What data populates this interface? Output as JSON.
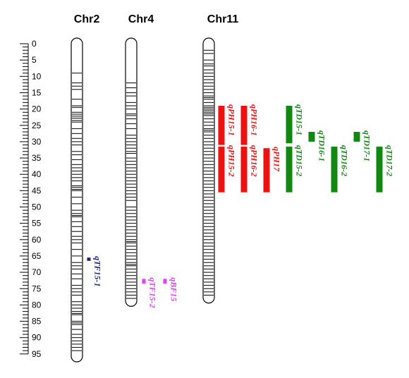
{
  "chromosomes": [
    {
      "key": "chr2",
      "title": "Chr2",
      "length": 97,
      "bands": [
        9,
        12,
        13,
        14,
        17,
        19,
        19.5,
        21,
        21.6,
        22.2,
        22.8,
        23.5,
        24,
        26,
        27.5,
        29,
        30,
        31,
        33,
        34,
        35.5,
        37,
        38,
        39,
        40,
        41,
        42,
        43.5,
        44,
        44.6,
        45,
        47,
        49,
        51,
        52,
        52.6,
        53,
        54.5,
        56,
        57.5,
        59,
        60,
        61,
        63,
        65,
        67,
        68,
        69,
        70.5,
        72,
        74,
        75,
        76,
        77,
        79,
        80,
        81,
        82,
        82.6,
        83,
        85,
        85.5,
        86,
        87.5,
        89,
        90,
        91,
        92,
        93,
        94
      ]
    },
    {
      "key": "chr4",
      "title": "Chr4",
      "length": 80,
      "bands": [
        12,
        13.5,
        15,
        16,
        18,
        19,
        20,
        21.5,
        22,
        23,
        24.5,
        26,
        28,
        29,
        30,
        31,
        32,
        33,
        33.6,
        35,
        36,
        37,
        38,
        39,
        40,
        41,
        42,
        43,
        44,
        45,
        46,
        47,
        48,
        50,
        51,
        52,
        53,
        54,
        55,
        56,
        57,
        58,
        59,
        60,
        60.6,
        61,
        62,
        63,
        64,
        65,
        66,
        67,
        67.6,
        68,
        69,
        70,
        71,
        72,
        73,
        74,
        75,
        76,
        77,
        78
      ]
    },
    {
      "key": "chr11",
      "title": "Chr11",
      "length": 79,
      "bands": [
        2,
        3,
        5,
        6.2,
        6.8,
        8,
        9,
        10,
        11,
        12,
        13,
        14,
        15,
        16,
        16.5,
        17,
        18,
        19,
        19.5,
        20,
        20.5,
        21,
        21.5,
        22,
        23,
        24,
        25,
        26,
        26.5,
        27,
        28,
        29,
        30,
        31,
        32,
        33,
        34,
        35,
        36,
        37,
        38,
        39,
        40,
        41,
        42,
        43,
        44,
        45,
        46,
        47,
        48,
        49,
        50,
        51,
        52,
        53,
        54,
        55,
        56,
        57,
        58,
        59,
        60,
        61,
        62,
        63,
        64,
        65,
        66,
        67,
        68,
        69,
        70,
        71,
        72,
        73,
        74,
        75,
        76,
        77
      ]
    }
  ],
  "scale": {
    "labels": [
      "0",
      "5",
      "10",
      "15",
      "20",
      "25",
      "30",
      "35",
      "40",
      "45",
      "50",
      "55",
      "60",
      "65",
      "70",
      "75",
      "80",
      "85",
      "90",
      "95"
    ]
  },
  "qtls": [
    {
      "key": "qTF15-1",
      "label": "qTF15-1",
      "chr": "chr2",
      "start": 65.5,
      "end": 66.5,
      "color": "#1a237e"
    },
    {
      "key": "qTF15-2",
      "label": "qTF15-2",
      "chr": "chr4",
      "start": 72,
      "end": 73.5,
      "color": "#e040fb"
    },
    {
      "key": "qBF15",
      "label": "qBF15",
      "chr": "chr4",
      "start": 72,
      "end": 73.5,
      "color": "#e040fb"
    },
    {
      "key": "qPH15-1",
      "label": "qPH15-1",
      "chr": "chr11",
      "start": 19,
      "end": 31,
      "color": "#ee1111"
    },
    {
      "key": "qPH15-2",
      "label": "qPH15-2",
      "chr": "chr11",
      "start": 31.5,
      "end": 45.5,
      "color": "#ee1111"
    },
    {
      "key": "qPH16-1",
      "label": "qPH16-1",
      "chr": "chr11",
      "start": 19,
      "end": 31,
      "color": "#ee1111"
    },
    {
      "key": "qPH16-2",
      "label": "qPH16-2",
      "chr": "chr11",
      "start": 31.5,
      "end": 45.5,
      "color": "#ee1111"
    },
    {
      "key": "qPH17",
      "label": "qPH17",
      "chr": "chr11",
      "start": 32,
      "end": 45.5,
      "color": "#ee1111"
    },
    {
      "key": "qTD15-1",
      "label": "qTD15-1",
      "chr": "chr11",
      "start": 19,
      "end": 30.5,
      "color": "#118811"
    },
    {
      "key": "qTD15-2",
      "label": "qTD15-2",
      "chr": "chr11",
      "start": 31.5,
      "end": 45.5,
      "color": "#118811"
    },
    {
      "key": "qTD16-1",
      "label": "qTD16-1",
      "chr": "chr11",
      "start": 27,
      "end": 30,
      "color": "#118811"
    },
    {
      "key": "qTD16-2",
      "label": "qTD16-2",
      "chr": "chr11",
      "start": 31.5,
      "end": 45.5,
      "color": "#118811"
    },
    {
      "key": "qTD17-1",
      "label": "qTD17-1",
      "chr": "chr11",
      "start": 27,
      "end": 30,
      "color": "#118811"
    },
    {
      "key": "qTD17-2",
      "label": "qTD17-2",
      "chr": "chr11",
      "start": 31.5,
      "end": 45.5,
      "color": "#118811"
    }
  ]
}
